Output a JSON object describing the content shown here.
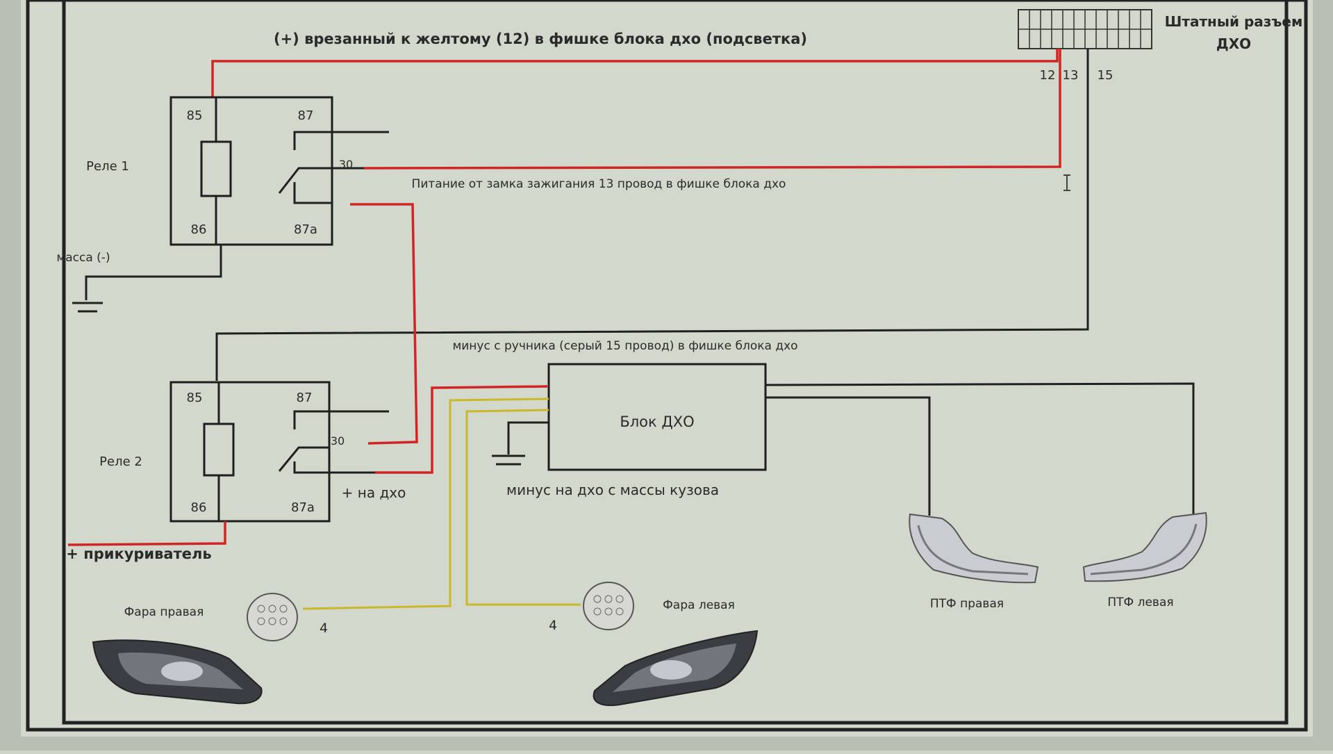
{
  "colors": {
    "background": "#cfd4c8",
    "wire_red": "#d02525",
    "wire_black": "#202020",
    "wire_yellow": "#c9b82c"
  },
  "labels": {
    "top_red_note": "(+) врезанный к желтому (12) в фишке блока дхо (подсветка)",
    "connector_title_line1": "Штатный разъем",
    "connector_title_line2": "ДХО",
    "pin_12": "12",
    "pin_13": "13",
    "pin_15": "15",
    "ignition_note": "Питание от замка зажигания 13 провод  в фишке блока дхо",
    "handbrake_note": "минус с ручника (серый 15 провод)  в фишке блока дхо",
    "ground_label": "масса (-)",
    "plus_drl": "+ на дхо",
    "cigarette": "+ прикуриватель",
    "drl_minus": "минус на дхо с массы кузова",
    "drl_unit": "Блок ДХО",
    "headlight_right": "Фара правая",
    "headlight_left": "Фара левая",
    "fog_right": "ПТФ правая",
    "fog_left": "ПТФ левая",
    "pin4_right": "4",
    "pin4_left": "4"
  },
  "relay1": {
    "title": "Реле 1",
    "t85": "85",
    "t87": "87",
    "t30": "30",
    "t86": "86",
    "t87a": "87а"
  },
  "relay2": {
    "title": "Реле 2",
    "t85": "85",
    "t87": "87",
    "t30": "30",
    "t86": "86",
    "t87a": "87а"
  }
}
